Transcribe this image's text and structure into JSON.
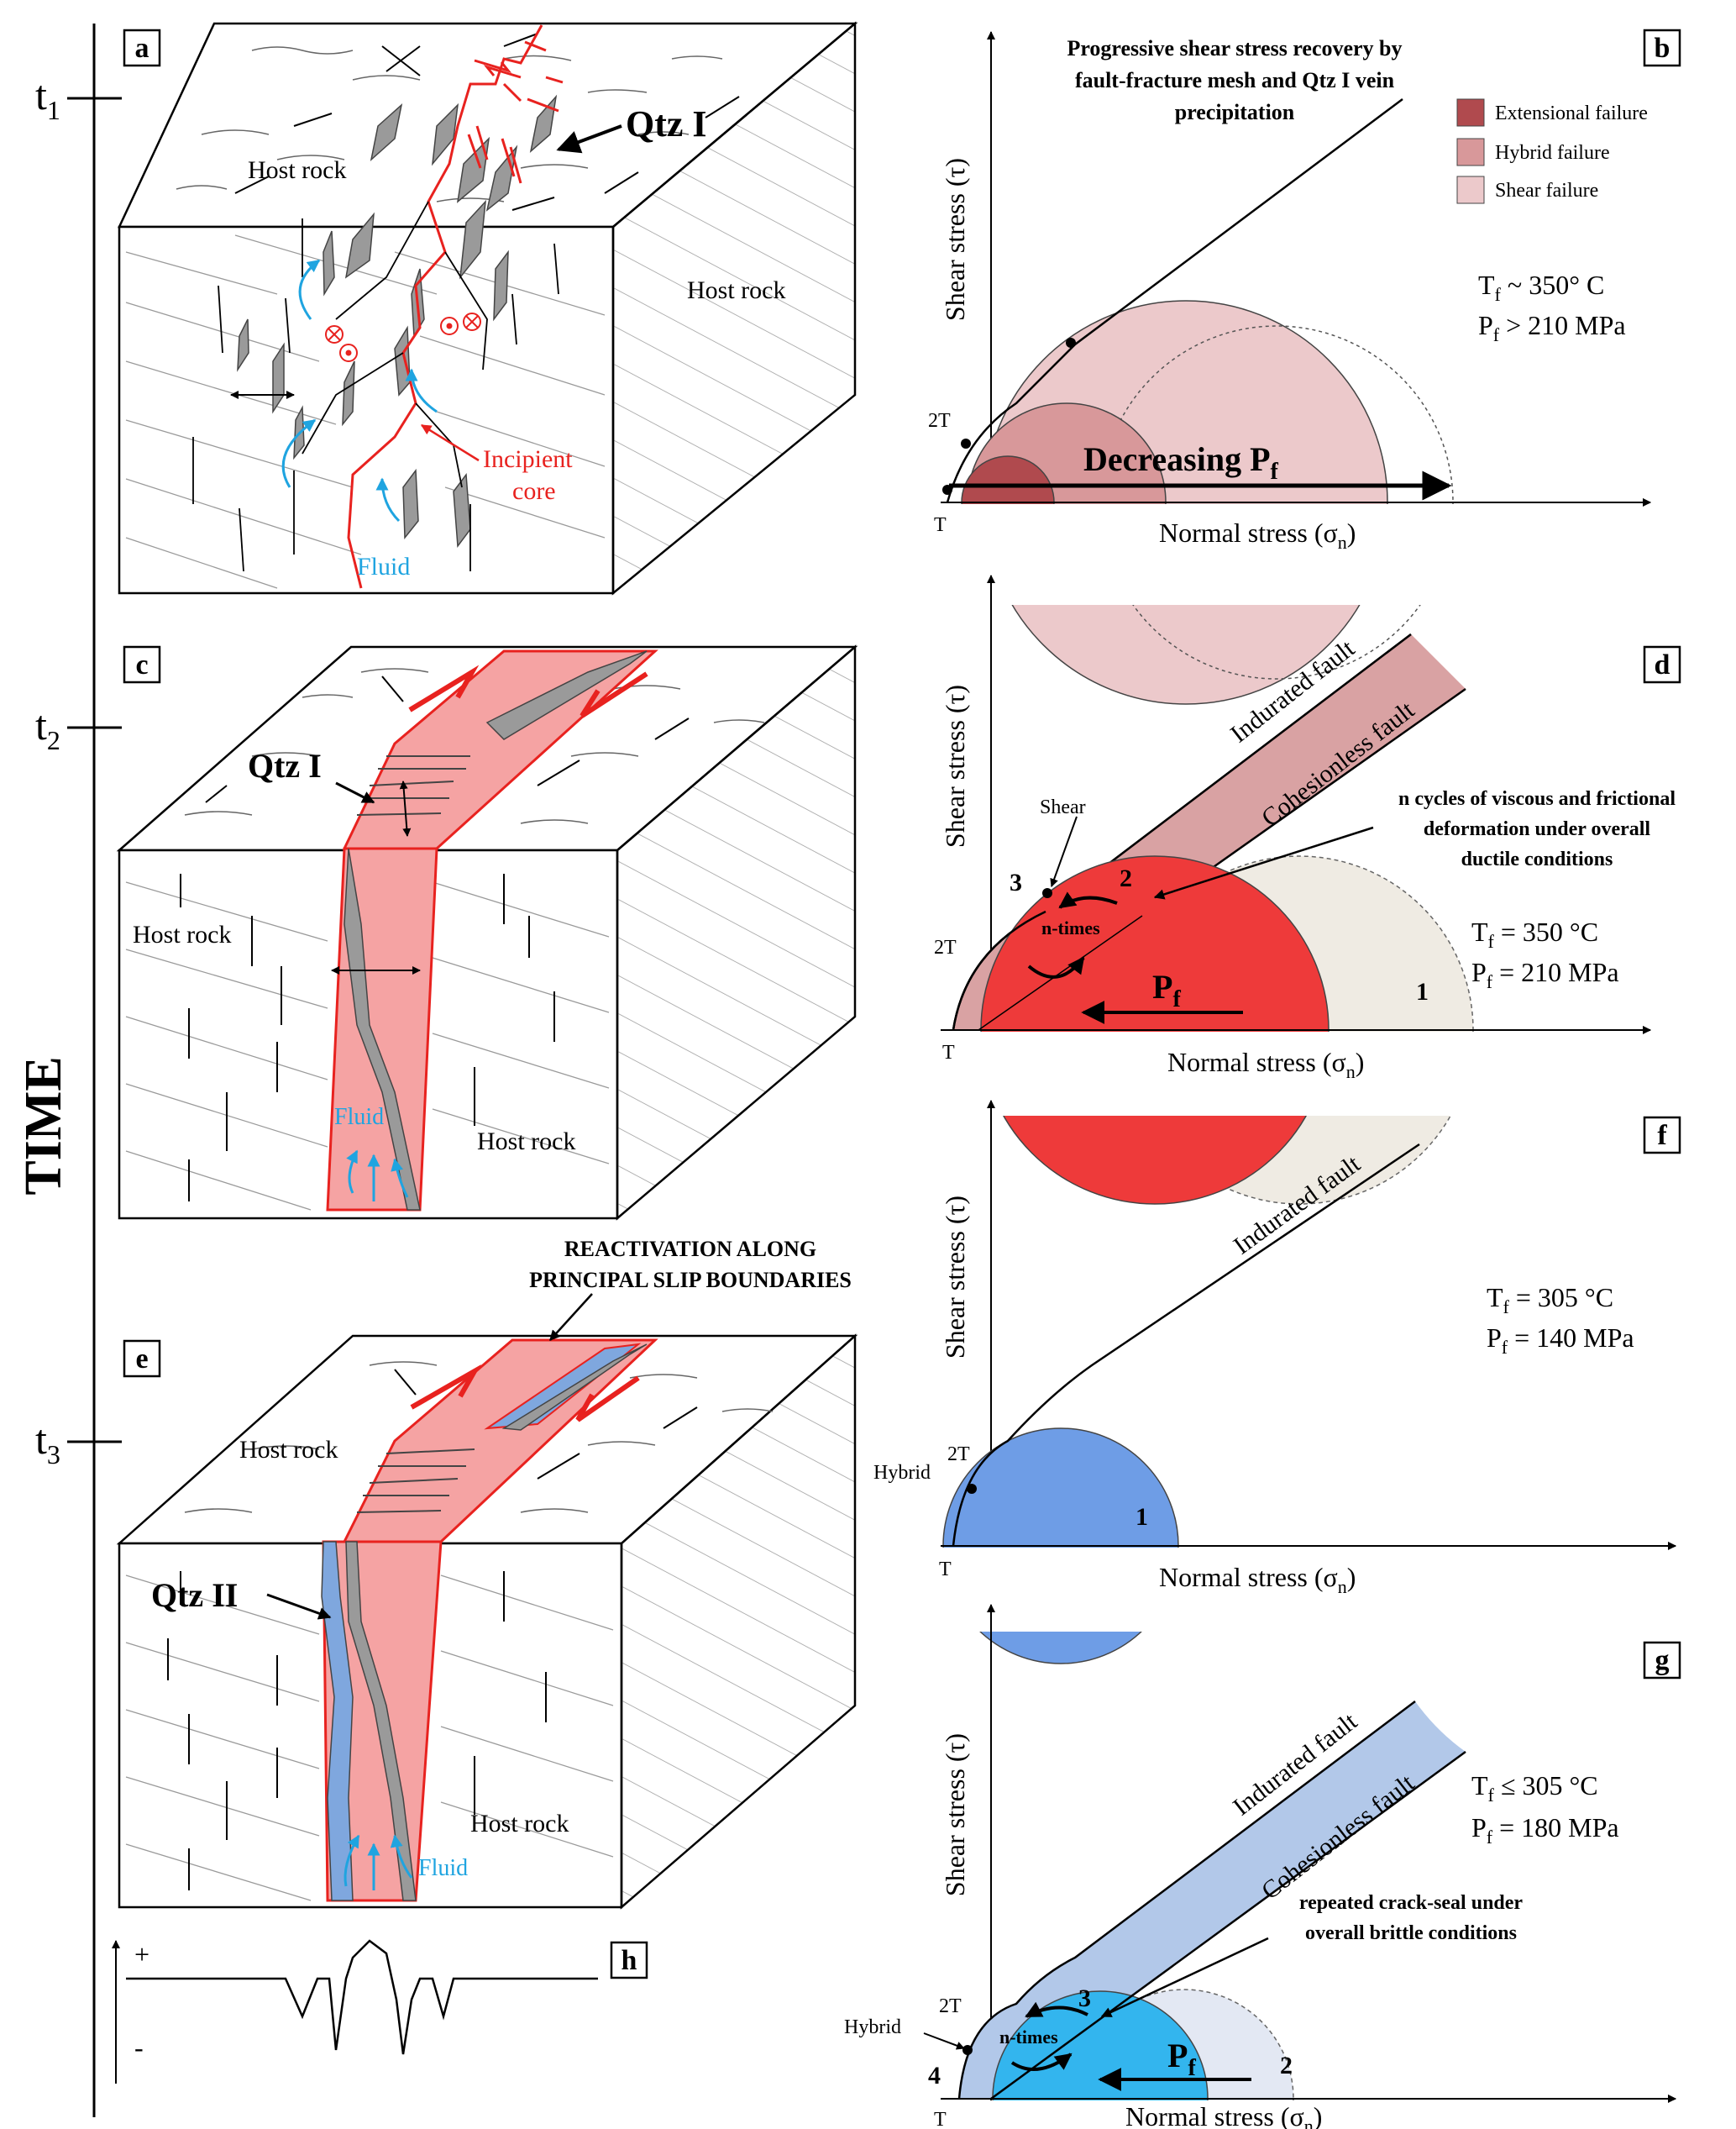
{
  "timeline": {
    "axis_label": "TIME",
    "t1": "t",
    "t1_sub": "1",
    "t2": "t",
    "t2_sub": "2",
    "t3": "t",
    "t3_sub": "3"
  },
  "panels": {
    "a": {
      "letter": "a",
      "host_rock_top": "Host rock",
      "host_rock_side": "Host rock",
      "qtz": "Qtz I",
      "incipient_core_1": "Incipient",
      "incipient_core_2": "core",
      "fluid": "Fluid"
    },
    "b": {
      "letter": "b",
      "title_1": "Progressive shear stress recovery by",
      "title_2": "fault-fracture mesh and Qtz I vein",
      "title_3": "precipitation",
      "legend": [
        {
          "label": "Extensional failure",
          "color": "#b04a4e"
        },
        {
          "label": "Hybrid failure",
          "color": "#d8989a"
        },
        {
          "label": "Shear failure",
          "color": "#ecc9cb"
        }
      ],
      "tf_label": "T",
      "tf_sub": "f",
      "tf_value": " ~ 350° C",
      "pf_label": "P",
      "pf_sub": "f",
      "pf_value": " > 210 MPa",
      "arrow_label": "Decreasing P",
      "arrow_sub": "f",
      "y_axis": "Shear stress (τ)",
      "x_axis": "Normal stress (σ",
      "x_axis_sub": "n",
      "x_axis_end": ")",
      "tick_2t": "2T",
      "tick_t": "T"
    },
    "c": {
      "letter": "c",
      "qtz": "Qtz I",
      "host_rock_left": "Host rock",
      "host_rock_right": "Host rock",
      "fluid": "Fluid"
    },
    "d": {
      "letter": "d",
      "indurated": "Indurated fault",
      "cohesionless": "Cohesionless fault",
      "note_1": "n cycles  of viscous and frictional",
      "note_2": "deformation under overall",
      "note_3": "ductile conditions",
      "shear": "Shear",
      "n_times": "n-times",
      "num_1": "1",
      "num_2": "2",
      "num_3": "3",
      "pf_arrow": "P",
      "pf_arrow_sub": "f",
      "tf_label": "T",
      "tf_sub": "f",
      "tf_value": " = 350 °C",
      "pf_label": "P",
      "pf_sub": "f",
      "pf_value": " = 210 MPa",
      "y_axis": "Shear stress (τ)",
      "x_axis": "Normal stress (σ",
      "x_axis_sub": "n",
      "x_axis_end": ")",
      "tick_2t": "2T",
      "tick_t": "T"
    },
    "e": {
      "letter": "e",
      "reactivation_1": "REACTIVATION ALONG",
      "reactivation_2": "PRINCIPAL SLIP BOUNDARIES",
      "host_rock_top": "Host rock",
      "host_rock_side": "Host rock",
      "qtz": "Qtz II",
      "fluid": "Fluid"
    },
    "f": {
      "letter": "f",
      "indurated": "Indurated fault",
      "hybrid": "Hybrid",
      "num_1": "1",
      "tf_label": "T",
      "tf_sub": "f",
      "tf_value": " = 305 °C",
      "pf_label": "P",
      "pf_sub": "f",
      "pf_value": " = 140 MPa",
      "y_axis": "Shear stress (τ)",
      "x_axis": "Normal stress (σ",
      "x_axis_sub": "n",
      "x_axis_end": ")",
      "tick_2t": "2T",
      "tick_t": "T"
    },
    "g": {
      "letter": "g",
      "indurated": "Indurated fault",
      "cohesionless": "Cohesionless fault",
      "note_1": "repeated crack-seal under",
      "note_2": "overall brittle conditions",
      "hybrid": "Hybrid",
      "n_times": "n-times",
      "num_2": "2",
      "num_3": "3",
      "num_4": "4",
      "pf_arrow": "P",
      "pf_arrow_sub": "f",
      "tf_label": "T",
      "tf_sub": "f",
      "tf_value": " ≤ 305 °C",
      "pf_label": "P",
      "pf_sub": "f",
      "pf_value": " = 180 MPa",
      "y_axis": "Shear stress (τ)",
      "x_axis": "Normal stress (σ",
      "x_axis_sub": "n",
      "x_axis_end": ")",
      "tick_2t": "2T",
      "tick_t": "T"
    },
    "h": {
      "letter": "h",
      "plus": "+",
      "minus": "-"
    }
  },
  "colors": {
    "fault_red": "#e8221f",
    "core_pink": "#f5a3a3",
    "vein_gray": "#9a9a9a",
    "fluid_blue": "#1fa4e0",
    "qtz2_blue": "#7fa7de",
    "circle_red": "#ee3a3a",
    "circle_blue": "#6e9de6",
    "circle_cyan": "#33b5ee",
    "band_pink": "#d9a2a3",
    "band_blue": "#b2c8e9"
  }
}
